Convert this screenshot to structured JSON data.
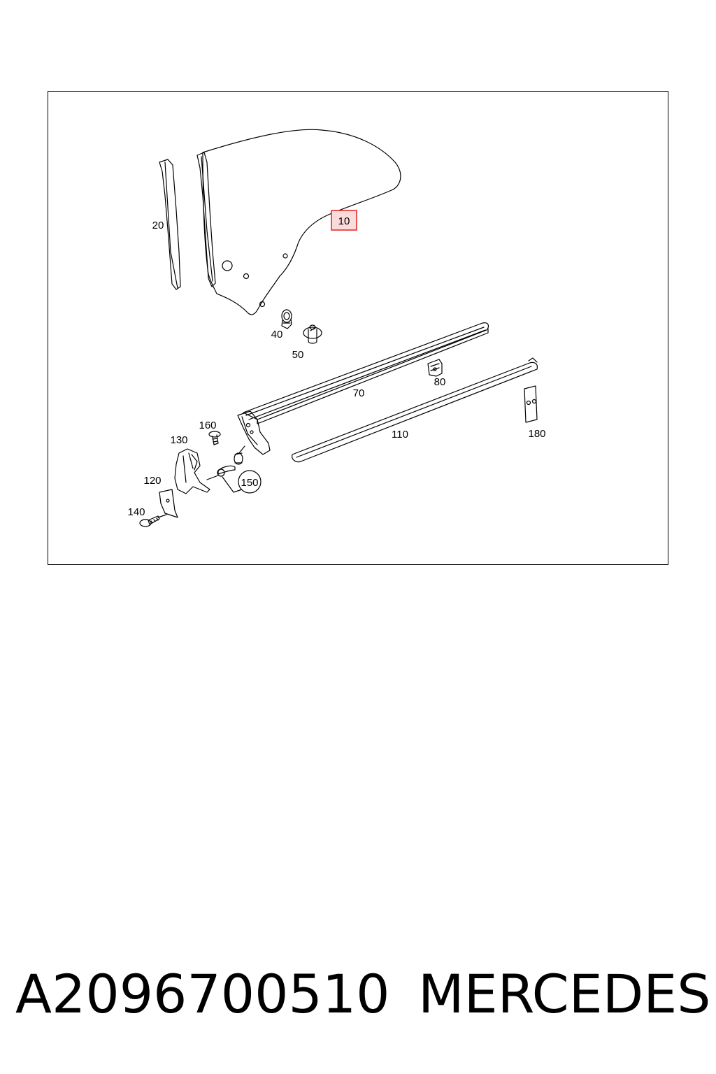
{
  "diagram": {
    "callouts": {
      "c10": "10",
      "c20": "20",
      "c40": "40",
      "c50": "50",
      "c70": "70",
      "c80": "80",
      "c110": "110",
      "c120": "120",
      "c130": "130",
      "c140": "140",
      "c150": "150",
      "c160": "160",
      "c180": "180"
    },
    "highlight_color": "#e02020",
    "highlight_fill": "#fbdada"
  },
  "caption": {
    "part_number": "A2096700510",
    "brand": "MERCEDES"
  }
}
